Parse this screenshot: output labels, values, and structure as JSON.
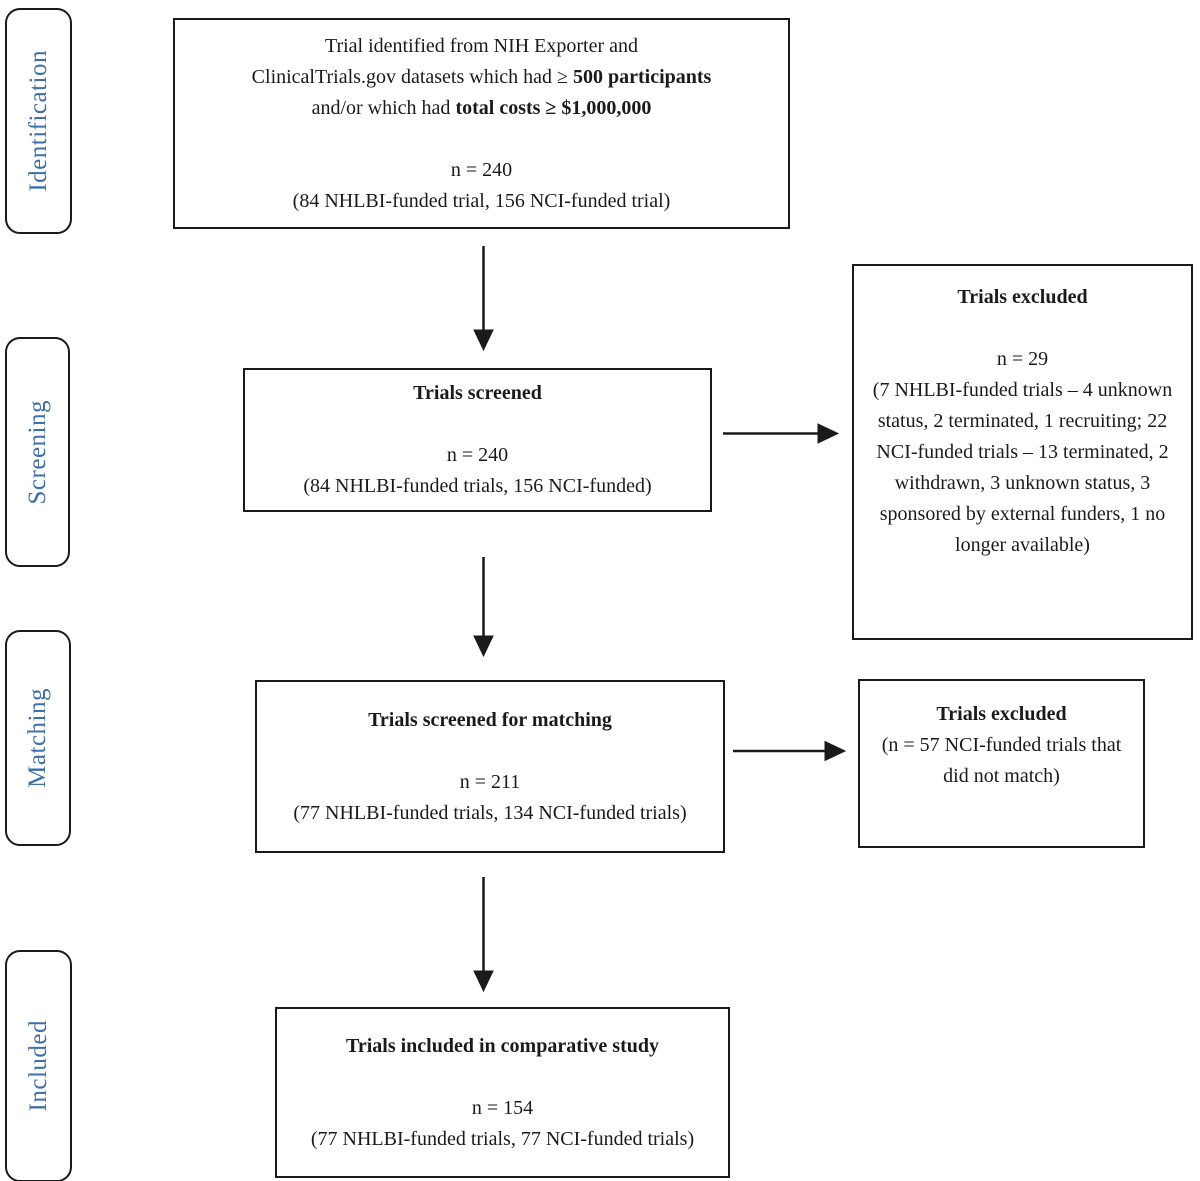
{
  "stages": [
    {
      "label": "Identification"
    },
    {
      "label": "Screening"
    },
    {
      "label": "Matching"
    },
    {
      "label": "Included"
    }
  ],
  "identification_box": {
    "line1": "Trial identified from NIH Exporter and",
    "line2_pre": "ClinicalTrials.gov datasets which had ≥ ",
    "line2_bold": "500 participants",
    "line3_pre": "and/or which had ",
    "line3_bold": "total costs ≥ $1,000,000",
    "n_line": "n = 240",
    "detail_line": "(84 NHLBI-funded trial, 156 NCI-funded trial)"
  },
  "screened_box": {
    "title": "Trials screened",
    "n_line": "n = 240",
    "detail_line": "(84 NHLBI-funded trials, 156 NCI-funded)"
  },
  "screening_excluded_box": {
    "title": "Trials excluded",
    "n_line": "n = 29",
    "detail_line": "(7 NHLBI-funded trials – 4 unknown status, 2 terminated, 1 recruiting; 22 NCI-funded trials – 13 terminated, 2 withdrawn, 3 unknown status, 3 sponsored by external funders, 1 no longer available)"
  },
  "matching_box": {
    "title": "Trials screened for matching",
    "n_line": "n = 211",
    "detail_line": "(77 NHLBI-funded trials, 134 NCI-funded trials)"
  },
  "matching_excluded_box": {
    "title": "Trials excluded",
    "detail_line": "(n = 57 NCI-funded trials that did not match)"
  },
  "included_box": {
    "title": "Trials included in comparative study",
    "n_line": "n = 154",
    "detail_line": "(77 NHLBI-funded trials, 77 NCI-funded trials)"
  },
  "colors": {
    "stage_label": "#3e6fa8",
    "box_border": "#1a1a1a",
    "text": "#1a1a1a"
  }
}
